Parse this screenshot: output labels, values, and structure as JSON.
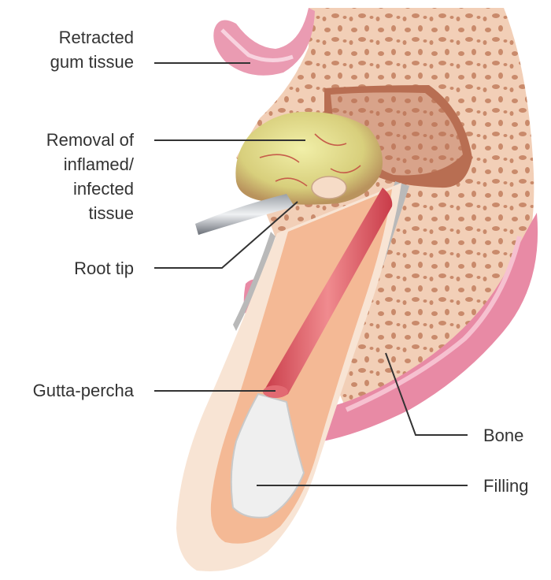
{
  "labels": {
    "retracted_gum_tissue": [
      "Retracted",
      "gum tissue"
    ],
    "removal_of_tissue": [
      "Removal of",
      "inflamed/",
      "infected",
      "tissue"
    ],
    "root_tip": "Root tip",
    "gutta_percha": "Gutta-percha",
    "bone": "Bone",
    "filling": "Filling"
  },
  "colors": {
    "gum": "#e98fa8",
    "bone": "#f3d2bd",
    "dentin": "#f4b995",
    "enamel": "#f9e6d8",
    "gutta_percha": "#d9545f",
    "filling": "#eeeeee",
    "infected_tissue": "#dcd98a",
    "leader_line": "#333333",
    "text": "#333333"
  }
}
